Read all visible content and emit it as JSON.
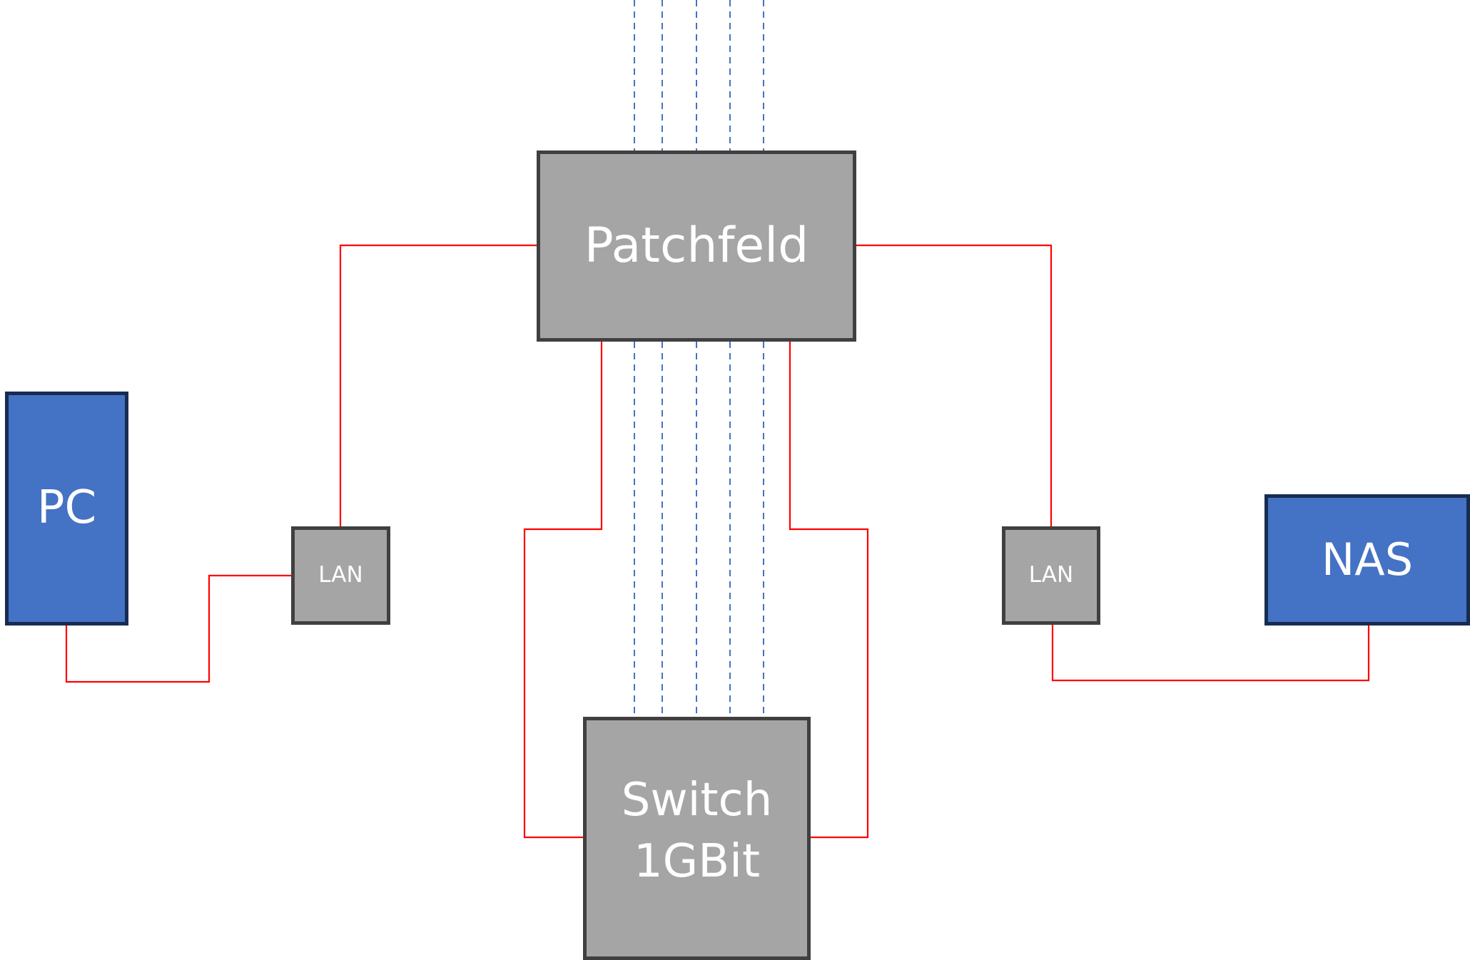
{
  "diagram": {
    "type": "network-topology",
    "colors": {
      "device_fill": "#4472c4",
      "device_border": "#172c51",
      "infra_fill": "#a5a5a5",
      "infra_border": "#404040",
      "cable": "#ff0000",
      "dashed_cable": "#4472c4",
      "label": "#ffffff"
    },
    "nodes": {
      "pc": {
        "label": "PC"
      },
      "nas": {
        "label": "NAS"
      },
      "patchfeld": {
        "label": "Patchfeld"
      },
      "switch": {
        "label_line1": "Switch",
        "label_line2": "1GBit"
      },
      "lan_left": {
        "label": "LAN"
      },
      "lan_right": {
        "label": "LAN"
      }
    },
    "connections": [
      {
        "from": "PC",
        "to": "LAN (left)",
        "style": "solid-red"
      },
      {
        "from": "LAN (left)",
        "to": "Patchfeld",
        "style": "solid-red"
      },
      {
        "from": "Patchfeld",
        "to": "LAN (right)",
        "style": "solid-red"
      },
      {
        "from": "LAN (right)",
        "to": "NAS",
        "style": "solid-red"
      },
      {
        "from": "Patchfeld",
        "to": "Switch 1GBit",
        "style": "solid-red",
        "side": "left"
      },
      {
        "from": "Patchfeld",
        "to": "Switch 1GBit",
        "style": "solid-red",
        "side": "right"
      }
    ],
    "dashed_trunk_count": 5
  }
}
